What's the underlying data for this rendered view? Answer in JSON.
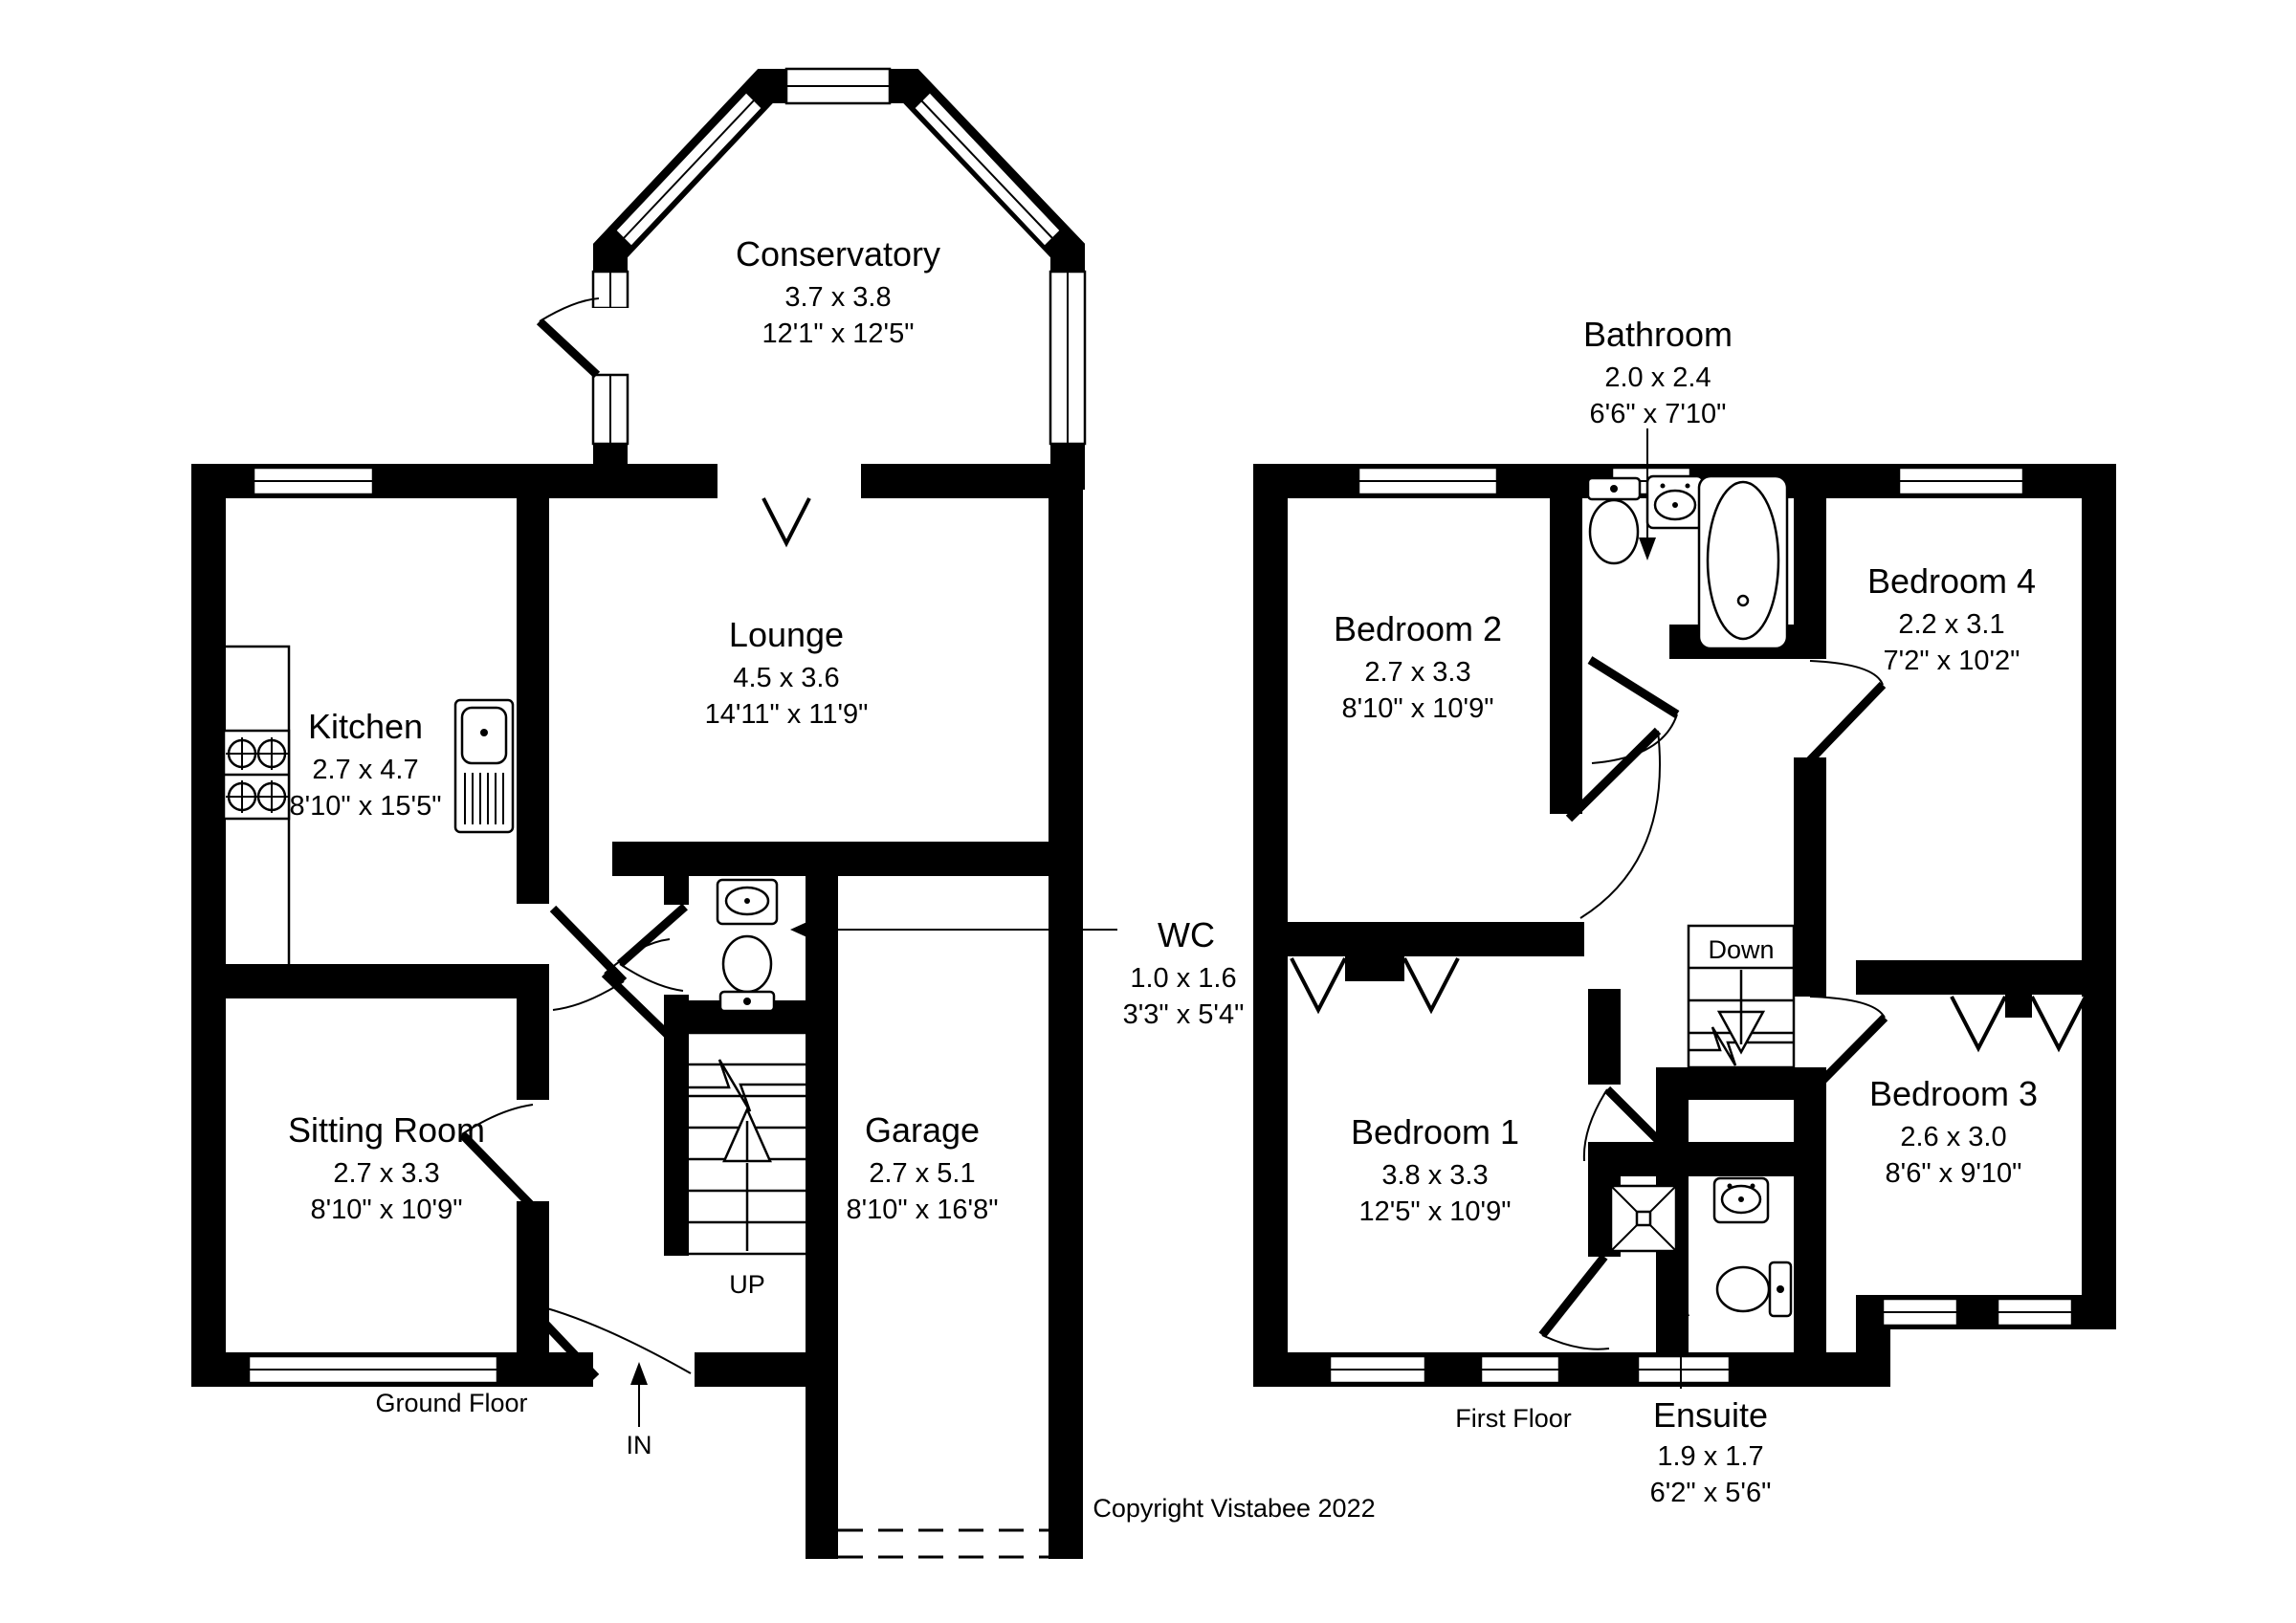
{
  "floorplan": {
    "copyright": "Copyright Vistabee 2022",
    "ground_floor": {
      "label": "Ground Floor",
      "stairs_label": "UP",
      "entrance_label": "IN",
      "rooms": [
        {
          "name": "Conservatory",
          "metric": "3.7 x 3.8",
          "imperial": "12'1\" x 12'5\""
        },
        {
          "name": "Lounge",
          "metric": "4.5 x 3.6",
          "imperial": "14'11\" x 11'9\""
        },
        {
          "name": "Kitchen",
          "metric": "2.7 x 4.7",
          "imperial": "8'10\" x 15'5\""
        },
        {
          "name": "Sitting Room",
          "metric": "2.7 x 3.3",
          "imperial": "8'10\" x 10'9\""
        },
        {
          "name": "Garage",
          "metric": "2.7 x 5.1",
          "imperial": "8'10\" x 16'8\""
        },
        {
          "name": "WC",
          "metric": "1.0 x 1.6",
          "imperial": "3'3\" x 5'4\""
        }
      ]
    },
    "first_floor": {
      "label": "First Floor",
      "stairs_label": "Down",
      "rooms": [
        {
          "name": "Bedroom 2",
          "metric": "2.7 x 3.3",
          "imperial": "8'10\" x 10'9\""
        },
        {
          "name": "Bathroom",
          "metric": "2.0 x 2.4",
          "imperial": "6'6\" x 7'10\""
        },
        {
          "name": "Bedroom 4",
          "metric": "2.2 x 3.1",
          "imperial": "7'2\" x 10'2\""
        },
        {
          "name": "Bedroom 1",
          "metric": "3.8 x 3.3",
          "imperial": "12'5\" x 10'9\""
        },
        {
          "name": "Bedroom 3",
          "metric": "2.6 x 3.0",
          "imperial": "8'6\" x 9'10\""
        },
        {
          "name": "Ensuite",
          "metric": "1.9 x 1.7",
          "imperial": "6'2\" x 5'6\""
        }
      ]
    }
  }
}
